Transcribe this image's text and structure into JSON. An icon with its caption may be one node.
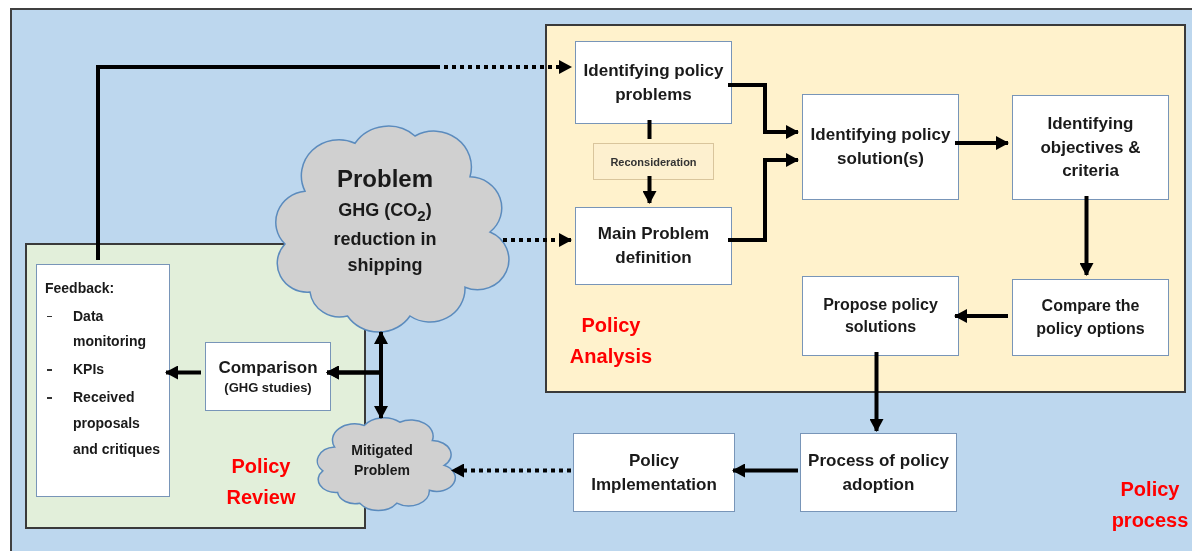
{
  "diagram": {
    "nodes": [
      {
        "text": [
          "Policy process"
        ]
      },
      {
        "text": [
          "Policy Analysis"
        ],
        "in": 0
      },
      {
        "text": [
          "Policy Review"
        ],
        "in": 0
      },
      {
        "text": [
          "Identifying policy problems"
        ],
        "in": 1
      },
      {
        "text": [
          "Reconsideration"
        ],
        "in": 1
      },
      {
        "text": [
          "Main Problem definition"
        ],
        "in": 1
      },
      {
        "text": [
          "Identifying policy solution(s)"
        ],
        "in": 1
      },
      {
        "text": [
          "Identifying objectives & criteria"
        ],
        "in": 1
      },
      {
        "text": [
          "Compare the policy options"
        ],
        "in": 1
      },
      {
        "text": [
          "Propose policy solutions"
        ],
        "in": 1
      },
      {
        "text": [
          "Problem",
          "GHG (CO$_{2}$) reduction in shipping"
        ],
        "in": 0
      },
      {
        "text": [
          "Feedback:",
          "Data monitoring",
          "KPIs",
          "Received proposals and critiques"
        ],
        "in": 2
      },
      {
        "text": [
          "Comparison",
          "(GHG studies)"
        ],
        "in": 2
      },
      {
        "text": [
          "Mitigated Problem"
        ],
        "in": 0
      },
      {
        "text": [
          "Process of policy adoption"
        ],
        "in": 0
      },
      {
        "text": [
          "Policy Implementation"
        ],
        "in": 0
      }
    ],
    "edges": [
      {
        "from": 11,
        "to": 3,
        "arrow": "to",
        "style": "dashed"
      },
      {
        "from": 10,
        "to": 5,
        "arrow": "to",
        "style": "dashed"
      },
      {
        "from": 3,
        "to": 4,
        "arrow": "none"
      },
      {
        "from": 4,
        "to": 5,
        "arrow": "to"
      },
      {
        "from": 3,
        "to": 6,
        "arrow": "to"
      },
      {
        "from": 5,
        "to": 6,
        "arrow": "to"
      },
      {
        "from": 6,
        "to": 7,
        "arrow": "to"
      },
      {
        "from": 7,
        "to": 8,
        "arrow": "to"
      },
      {
        "from": 8,
        "to": 9,
        "arrow": "to"
      },
      {
        "from": 9,
        "to": 14,
        "arrow": "to"
      },
      {
        "from": 14,
        "to": 15,
        "arrow": "to"
      },
      {
        "from": 15,
        "to": 13,
        "arrow": "to",
        "style": "dashed"
      },
      {
        "from": 10,
        "to": 13,
        "arrow": "both"
      },
      {
        "from": 10,
        "to": 12,
        "arrow": "to"
      },
      {
        "from": 13,
        "to": 12,
        "arrow": "to"
      },
      {
        "from": 12,
        "to": 11,
        "arrow": "to"
      }
    ]
  }
}
